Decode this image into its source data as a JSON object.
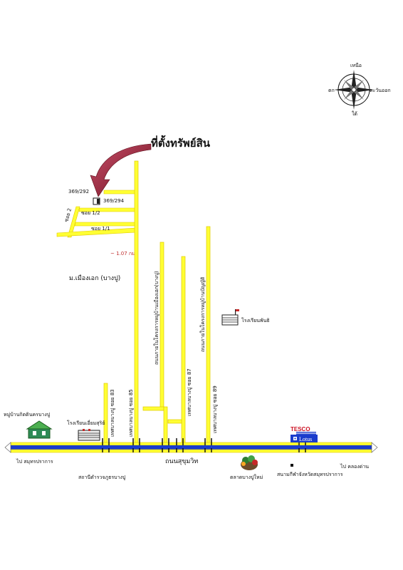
{
  "compass": {
    "north": "เหนือ",
    "south": "ใต้",
    "east": "ตะวันออก",
    "west": "ตก"
  },
  "property": {
    "title": "ที่ตั้งทรัพย์สิน",
    "plot_left": "369/292",
    "plot_right": "369/294",
    "soi_half": "ซอย 1/2",
    "soi_one_one": "ซอย 1/1",
    "soi_two": "ซอย 2"
  },
  "distance": "~ 1.07 กม.",
  "village": "ม.เมืองเอก (บางปู)",
  "roads": {
    "main": "ถนนสุขุมวิท",
    "inner_long": "ถนนภายในโครงการหมู่บ้านเมืองเอก(บางปู)",
    "inner_right": "ถนนภายในโครงการหมู่บ้านบัญญัติ",
    "soi83": "เทศบาลบางปู ซอย 83",
    "soi85": "เทศบาลบางปู ซอย 85",
    "soi87": "เทศบาลบางปู ซอย 87",
    "soi89": "เทศบาลบางปู ซอย 89"
  },
  "landmarks": {
    "school_right": "โรงเรียนพันธิ",
    "village_left": "หมู่บ้านกิตตินครบางปู",
    "school_left": "โรงเรียนเอี่ยมสุริย์",
    "police": "สถานีตำรวจภูธรบางปู",
    "market": "ตลาดบางปูใหม่",
    "stadium": "สนามกีฬาจังหวัดสมุทรปราการ",
    "tesco": "TESCO",
    "lotus": "Lotus"
  },
  "directions": {
    "left": "ไป สมุทรปราการ",
    "right": "ไป คลองด่าน"
  },
  "colors": {
    "road_fill": "#ffff33",
    "road_edge": "#e0c800",
    "highway": "#1a3ccc",
    "arrow": "#8b1a2b",
    "tesco_red": "#cc1122"
  }
}
